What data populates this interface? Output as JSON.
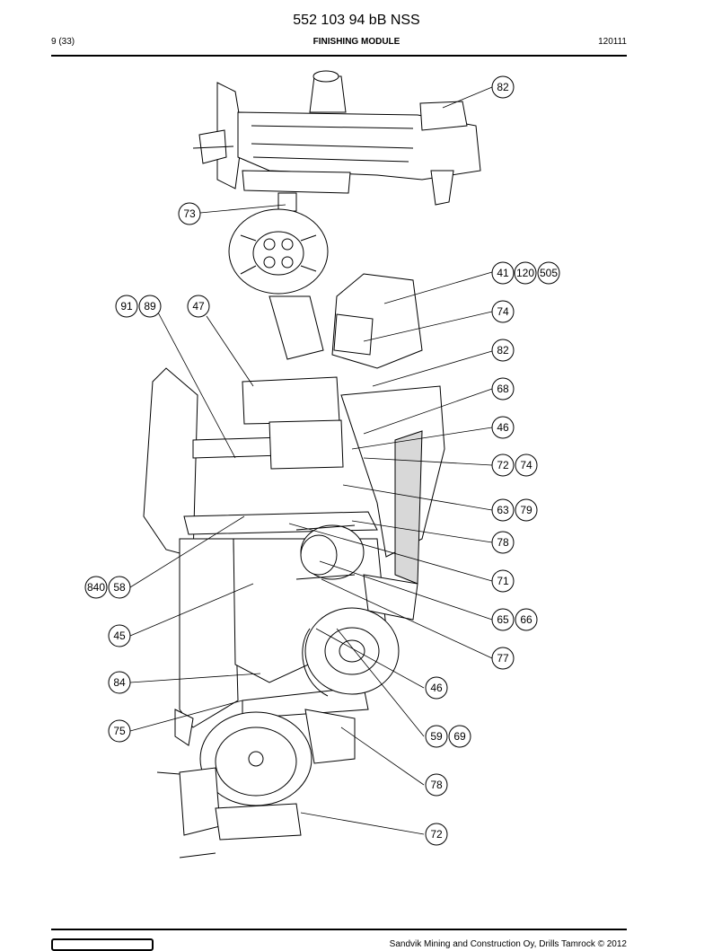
{
  "header": {
    "doc_number": "552 103 94 bB NSS",
    "page_ref": "9 (33)",
    "section_title": "FINISHING MODULE",
    "date_code": "120111"
  },
  "callouts": [
    "82",
    "73",
    "41",
    "120",
    "505",
    "91",
    "89",
    "47",
    "74",
    "82",
    "68",
    "46",
    "72",
    "74",
    "63",
    "79",
    "78",
    "71",
    "840",
    "58",
    "65",
    "66",
    "45",
    "77",
    "84",
    "46",
    "75",
    "59",
    "69",
    "78",
    "72"
  ],
  "footer": {
    "copyright": "Sandvik Mining and Construction Oy, Drills Tamrock © 2012"
  }
}
